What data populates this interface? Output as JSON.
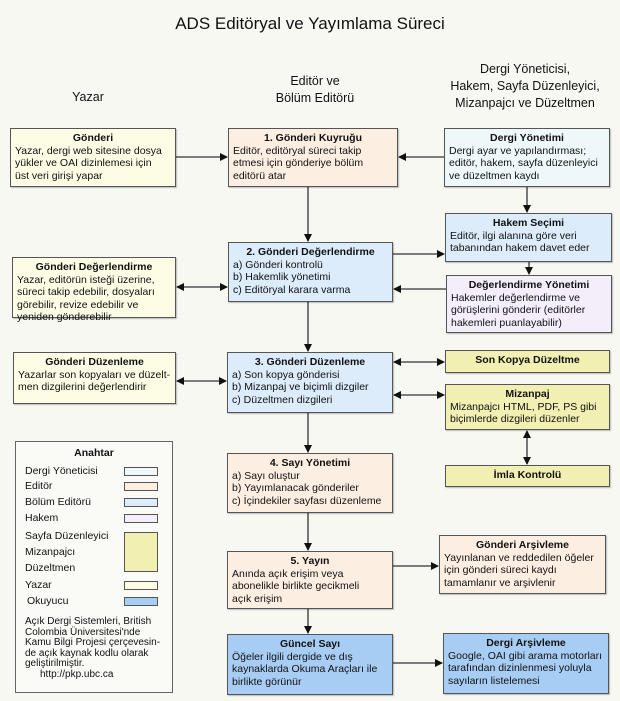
{
  "title": "ADS Editöryal ve Yayımlama Süreci",
  "columns": {
    "author": "Yazar",
    "editor": [
      "Editör ve",
      "Bölüm Editörü"
    ],
    "manager": [
      "Dergi Yöneticisi,",
      "Hakem, Sayfa Düzenleyici,",
      "Mizanpajcı ve Düzeltmen"
    ]
  },
  "boxes": {
    "submission": {
      "title": "Gönderi",
      "lines": [
        "Yazar, dergi web sitesine dosya",
        "yükler ve OAI dizinlemesi için",
        "üst veri girişi yapar"
      ]
    },
    "queue": {
      "title": "1. Gönderi Kuyruğu",
      "lines": [
        "Editör, editöryal süreci takip",
        "etmesi için gönderiye bölüm",
        "editörü atar"
      ]
    },
    "journal_mgmt": {
      "title": "Dergi Yönetimi",
      "lines": [
        "Dergi ayar ve yapılandırması;",
        "editör, hakem, sayfa düzenleyici",
        "ve düzeltmen kaydı"
      ]
    },
    "reviewer_select": {
      "title": "Hakem Seçimi",
      "lines": [
        "Editör, ilgi alanına göre veri",
        "tabanından hakem davet eder"
      ]
    },
    "review": {
      "title": "2. Gönderi Değerlendirme",
      "lines": [
        "a) Gönderi kontrolü",
        "b) Hakemlik yönetimi",
        "c) Editöryal karara varma"
      ]
    },
    "author_review": {
      "title": "Gönderi Değerlendirme",
      "lines": [
        "Yazar, editörün isteği üzerine,",
        "süreci takip edebilir, dosyaları",
        "görebilir, revize edebilir ve",
        "yeniden gönderebilir"
      ]
    },
    "review_mgmt": {
      "title": "Değerlendirme Yönetimi",
      "lines": [
        "Hakemler değerlendirme ve",
        "görüşlerini gönderir (editörler",
        "hakemleri puanlayabilir)"
      ]
    },
    "author_editing": {
      "title": "Gönderi Düzenleme",
      "lines": [
        "Yazarlar son kopyaları ve düzelt-",
        "men dizgilerini değerlendirir"
      ]
    },
    "editing": {
      "title": "3. Gönderi Düzenleme",
      "lines": [
        "a) Son kopya gönderisi",
        "b) Mizanpaj ve biçimli dizgiler",
        "c) Düzeltmen dizgileri"
      ]
    },
    "copyedit": {
      "title": "Son Kopya Düzeltme"
    },
    "layout": {
      "title": "Mizanpaj",
      "lines": [
        "Mizanpajcı HTML, PDF, PS gibi",
        "biçimlerde dizgileri düzenler"
      ]
    },
    "proofread": {
      "title": "İmla Kontrolü"
    },
    "issue_mgmt": {
      "title": "4. Sayı Yönetimi",
      "lines": [
        "a) Sayı oluştur",
        "b) Yayımlanacak gönderiler",
        "c) İçindekiler sayfası düzenleme"
      ]
    },
    "publish": {
      "title": "5. Yayın",
      "lines": [
        "Anında  açık erişim veya",
        "abonelikle birlikte gecikmeli",
        "açık erişim"
      ]
    },
    "sub_archive": {
      "title": "Gönderi Arşivleme",
      "lines": [
        "Yayınlanan ve reddedilen öğeler",
        "için gönderi süreci kaydı",
        "tamamlanır ve arşivlenir"
      ]
    },
    "current_issue": {
      "title": "Güncel Sayı",
      "lines": [
        "Öğeler  ilgili dergide ve dış",
        "kaynaklarda  Okuma Araçları  ile",
        "birlikte  görünür"
      ]
    },
    "journal_archive": {
      "title": "Dergi Arşivleme",
      "lines": [
        "Google, OAI gibi arama motorları",
        "tarafından  dizinlenmesi yoluyla",
        "sayıların listelemesi"
      ]
    }
  },
  "legend": {
    "title": "Anahtar",
    "items": [
      "Dergi Yöneticisi",
      "Editör",
      "Bölüm Editörü",
      "Hakem",
      "Sayfa Düzenleyici",
      "Mizanpajcı",
      "Düzeltmen",
      "Yazar",
      "Okuyucu"
    ],
    "colors": {
      "journal_manager": "#eef8fb",
      "editor": "#fdeee2",
      "section_editor": "#dcecfb",
      "reviewer": "#f4eefb",
      "layout_copy_proof": "#f2efb3",
      "author": "#fdfce4",
      "reader": "#a8cdf4"
    },
    "note": [
      "Açık Dergi Sistemleri, British",
      "Colombia Üniversitesi'nde",
      "Kamu Bilgi Projesi çerçevesin-",
      "de açık kaynak kodlu olarak",
      "geliştirilmiştir."
    ],
    "url": "http://pkp.ubc.ca"
  }
}
